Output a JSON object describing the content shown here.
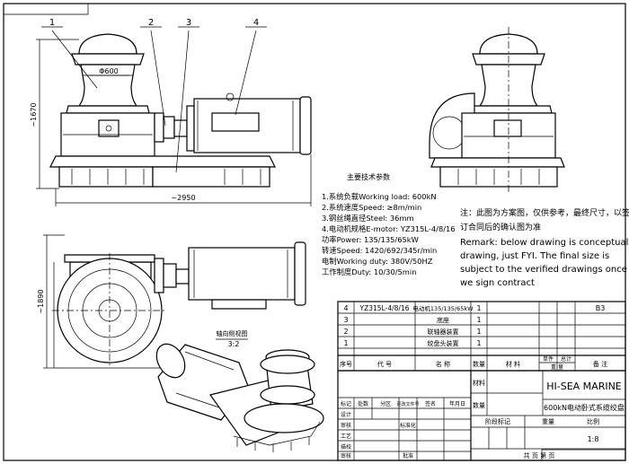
{
  "callouts": [
    "1",
    "2",
    "3",
    "4"
  ],
  "dimensions": {
    "diameter": "Φ600",
    "height": "~1670",
    "length": "~2950",
    "width": "~1890"
  },
  "main_params": {
    "heading": "主要技术参数",
    "lines": [
      "1.系统负载Working load:  600kN",
      "2.系统速度Speed:  ≥8m/min",
      "3.钢丝绳直径Steel:  36mm",
      "4.电动机规格E-motor:  YZ315L-4/8/16",
      "  功率Power:  135/135/65kW",
      "  转速Speed:  1420/692/345r/min",
      "  电制Working duty:  380V/50HZ",
      "  工作制度Duty:  10/30/5min"
    ]
  },
  "note": {
    "cn": [
      "注：此图为方案图，仅供参考，最终尺寸，以签",
      "订合同后的确认图为准"
    ],
    "en": [
      "Remark: below drawing is conceptual",
      "drawing, just FYI. The final size is",
      "subject to the verified drawings once",
      "we sign contract"
    ]
  },
  "axon_label": "轴向侧视图",
  "axon_scale": "3:2",
  "bom": {
    "rows": [
      {
        "no": "4",
        "code": "YZ315L-4/8/16",
        "name": "电动机135/135/65kW",
        "qty": "1",
        "remark": "B3"
      },
      {
        "no": "3",
        "code": "",
        "name": "底座",
        "qty": "1",
        "remark": ""
      },
      {
        "no": "2",
        "code": "",
        "name": "联轴器装置",
        "qty": "1",
        "remark": ""
      },
      {
        "no": "1",
        "code": "",
        "name": "绞盘头装置",
        "qty": "1",
        "remark": ""
      }
    ],
    "header": {
      "no": "序号",
      "code": "代  号",
      "name": "名  称",
      "qty": "数量",
      "material": "材  料",
      "unit": "单件",
      "total": "总计",
      "weight": "重  量",
      "remark": "备  注"
    }
  },
  "title_block": {
    "company": "HI-SEA MARINE",
    "drawing_title": "600kN电动卧式系缆绞盘",
    "material": "材料",
    "quantity": "数量",
    "stage_mark": "阶段标记",
    "weight": "重量",
    "scale_label": "比例",
    "scale": "1:8",
    "sheet": "共    页  第    页",
    "rev_cols": [
      "标记",
      "处数",
      "分区",
      "更改文件号",
      "签名",
      "年月日"
    ],
    "rows": [
      "设计",
      "审核",
      "工艺",
      "描校",
      "审核",
      "批准"
    ],
    "standard": "标准化"
  }
}
